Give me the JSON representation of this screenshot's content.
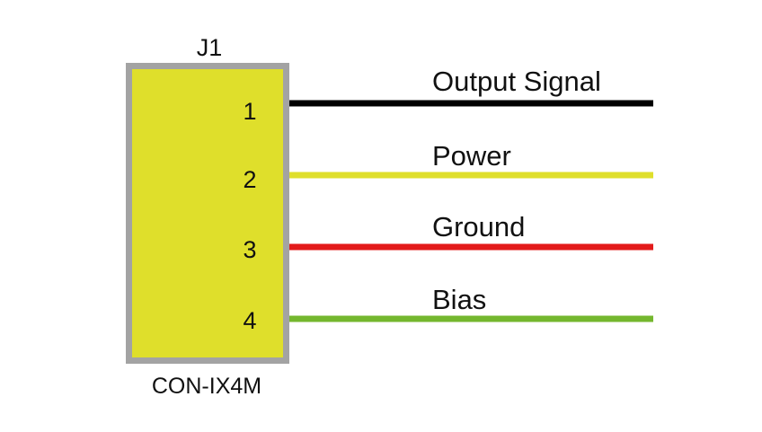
{
  "connector": {
    "designator": "J1",
    "part_number": "CON-IX4M",
    "body_color": "#dfdf2b",
    "border_color": "#a3a3a3"
  },
  "pins": [
    {
      "number": "1",
      "signal": "Output Signal",
      "wire_color": "#000000"
    },
    {
      "number": "2",
      "signal": "Power",
      "wire_color": "#dfdf2b"
    },
    {
      "number": "3",
      "signal": "Ground",
      "wire_color": "#e31b1b"
    },
    {
      "number": "4",
      "signal": "Bias",
      "wire_color": "#74b72e"
    }
  ]
}
